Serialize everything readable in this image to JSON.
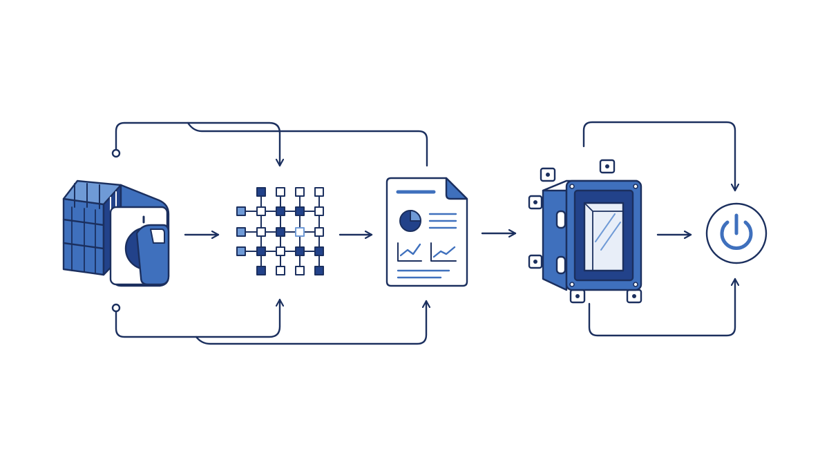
{
  "colors": {
    "stroke": "#1b2f5e",
    "accent": "#3f70bd",
    "accent_dark": "#22428a",
    "accent_light": "#6f9ad6",
    "glass": "#e8eef8",
    "background": "#ffffff"
  },
  "nodes": [
    {
      "id": "rotary-switch",
      "icon": "rotary-switch-icon"
    },
    {
      "id": "matrix-grid",
      "icon": "matrix-grid-icon"
    },
    {
      "id": "report-document",
      "icon": "report-document-icon"
    },
    {
      "id": "enclosure-box",
      "icon": "enclosure-box-icon"
    },
    {
      "id": "power-button",
      "icon": "power-icon"
    }
  ],
  "edges": [
    {
      "from": "rotary-switch",
      "to": "matrix-grid"
    },
    {
      "from": "matrix-grid",
      "to": "report-document"
    },
    {
      "from": "report-document",
      "to": "enclosure-box"
    },
    {
      "from": "enclosure-box",
      "to": "power-button"
    }
  ]
}
